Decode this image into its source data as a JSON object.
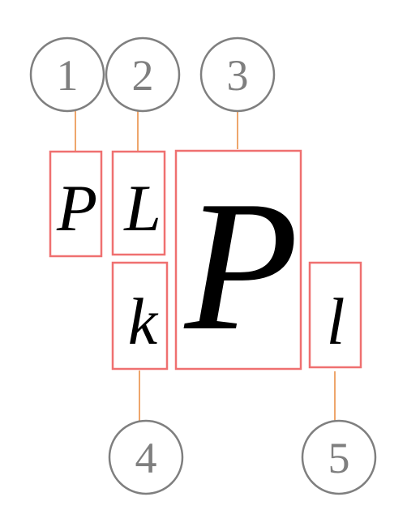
{
  "colors": {
    "badge_stroke": "#7f7f7f",
    "badge_text": "#7f7f7f",
    "leader_line": "#e8893a",
    "box_stroke": "#ef7070",
    "glyph": "#000000",
    "background": "#ffffff"
  },
  "badges": [
    {
      "id": "1",
      "label": "1"
    },
    {
      "id": "2",
      "label": "2"
    },
    {
      "id": "3",
      "label": "3"
    },
    {
      "id": "4",
      "label": "4"
    },
    {
      "id": "5",
      "label": "5"
    }
  ],
  "glyphs": [
    {
      "id": "1",
      "char": "P"
    },
    {
      "id": "2",
      "char": "L"
    },
    {
      "id": "3",
      "char": "P"
    },
    {
      "id": "4",
      "char": "k"
    },
    {
      "id": "5",
      "char": "l"
    }
  ]
}
